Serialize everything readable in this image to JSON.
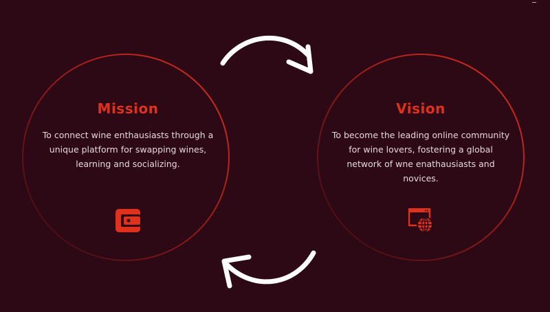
{
  "mission": {
    "title": "Mission",
    "text": "To connect wine enthausiasts through a unique platform for swapping wines, learning and socializing.",
    "icon": "wallet-icon"
  },
  "vision": {
    "title": "Vision",
    "text": "To become the leading online community for wine lovers, fostering a global network of wne enathausiasts and novices.",
    "icon": "web-globe-icon"
  },
  "colors": {
    "background": "#2d0915",
    "accent": "#e0301e",
    "text": "#e6d8dc"
  }
}
